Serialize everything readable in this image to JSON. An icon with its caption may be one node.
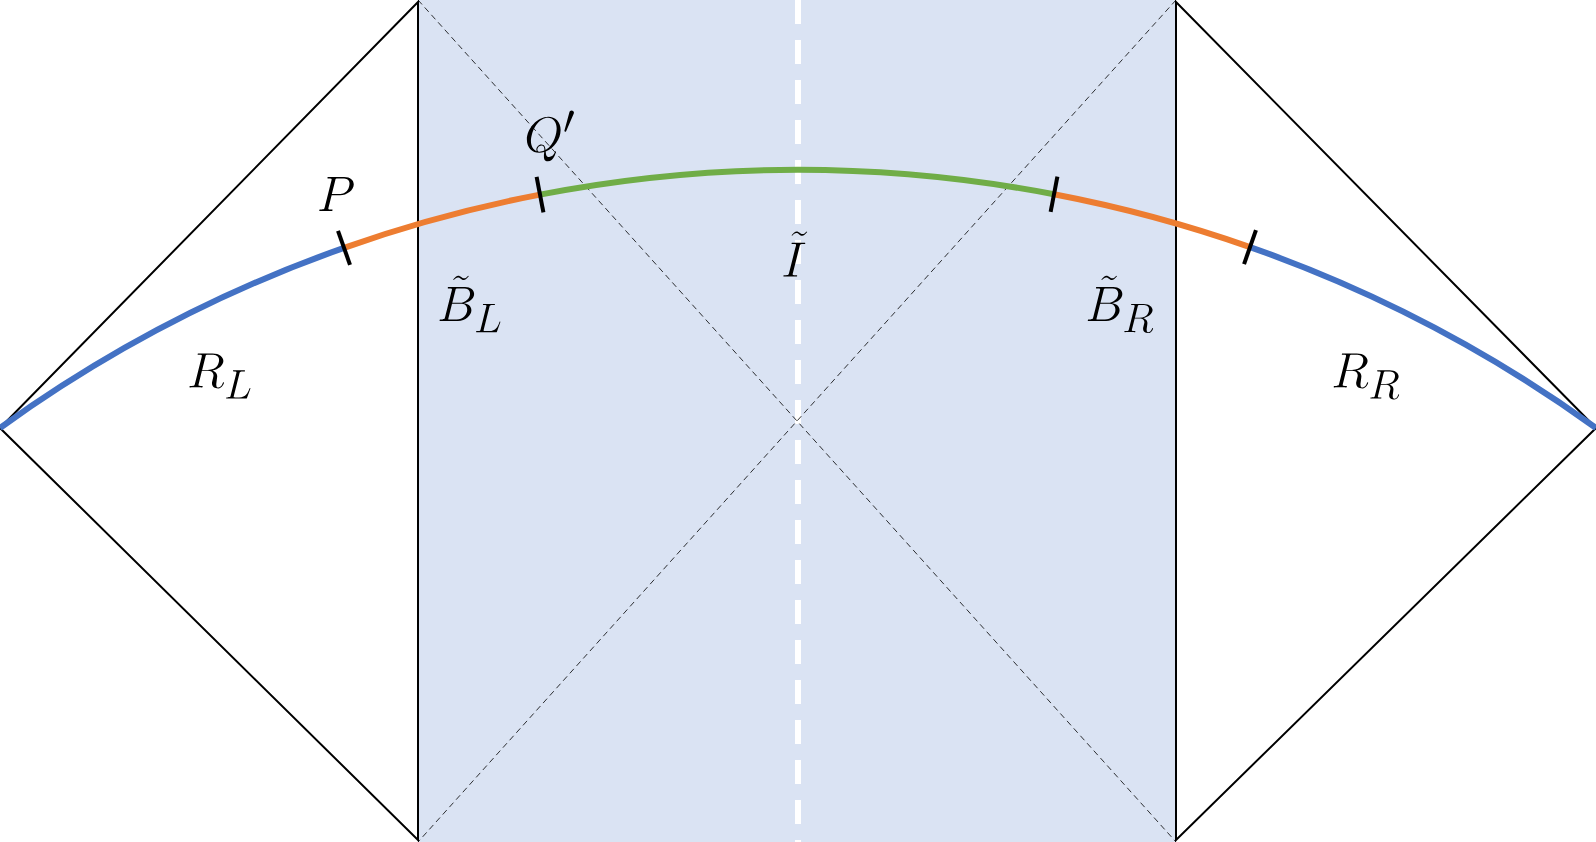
{
  "diagram": {
    "labels": [
      "P",
      "Q'",
      "\\tilde{B}_L",
      "\\tilde{I}",
      "\\tilde{B}_R",
      "R_L",
      "R_R"
    ]
  }
}
